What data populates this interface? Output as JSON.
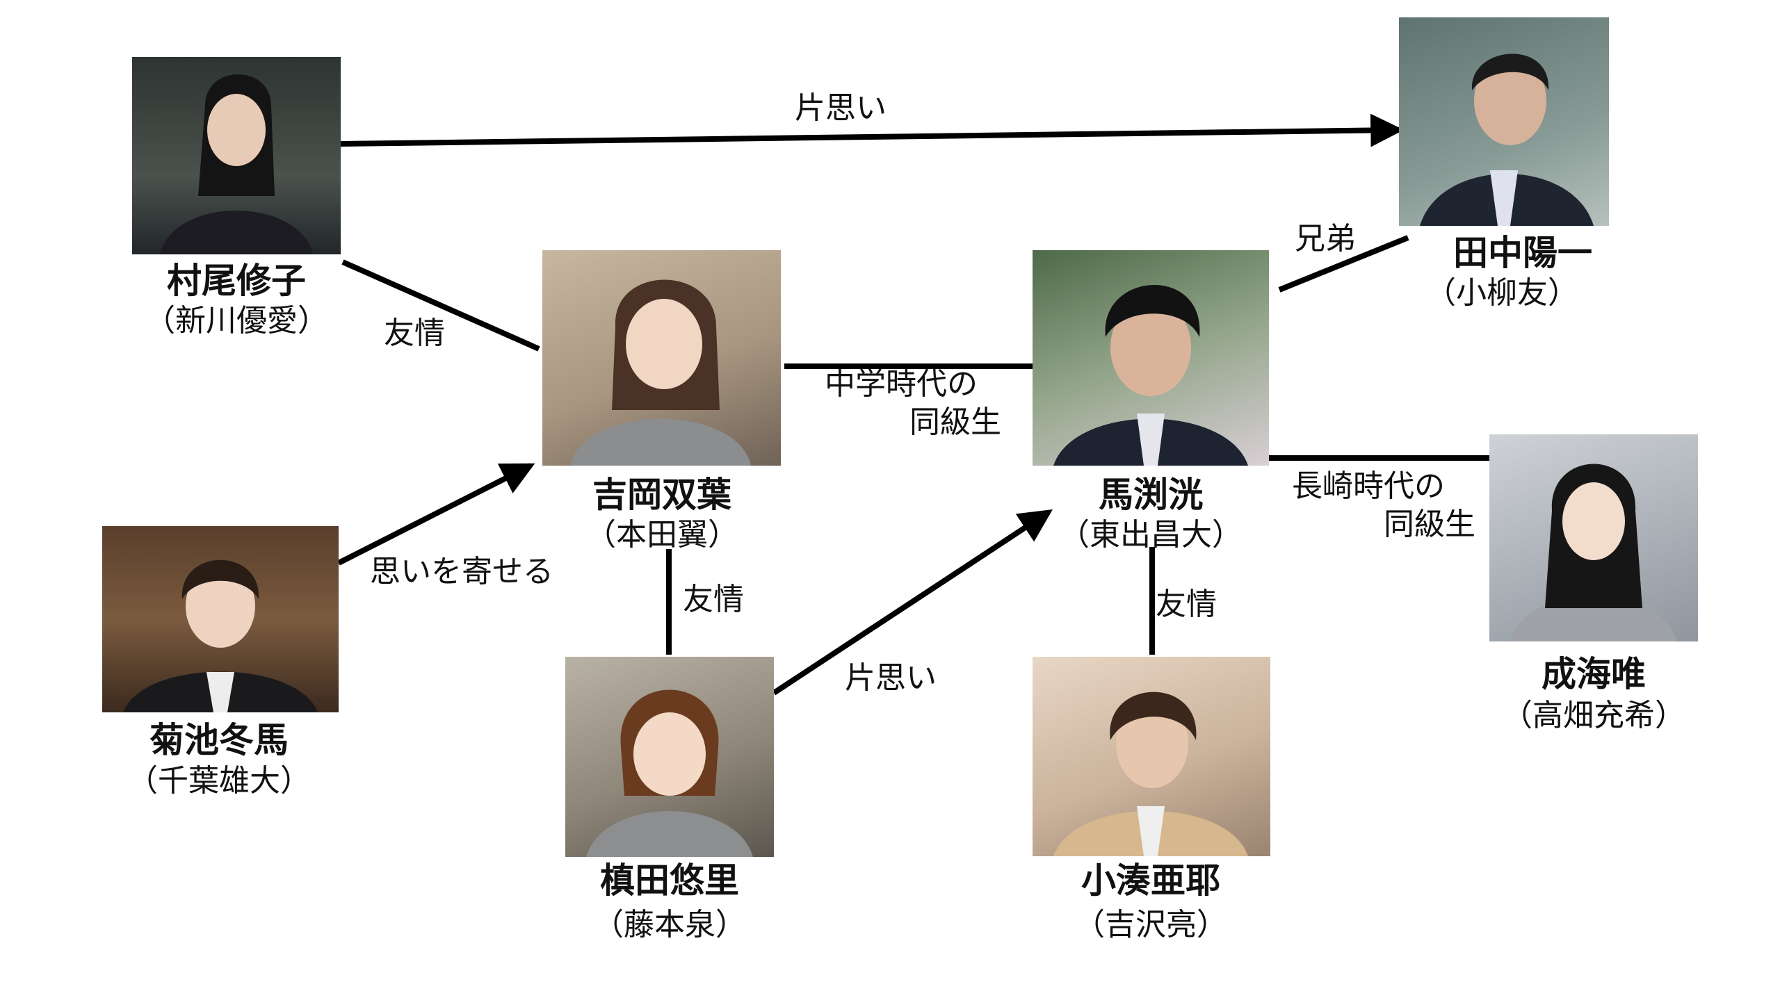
{
  "people": {
    "murao": {
      "name": "村尾修子",
      "actor": "（新川優愛）"
    },
    "tanaka": {
      "name": "田中陽一",
      "actor": "（小柳友）"
    },
    "yoshioka": {
      "name": "吉岡双葉",
      "actor": "（本田翼）"
    },
    "mabuchi": {
      "name": "馬渕洸",
      "actor": "（東出昌大）"
    },
    "kikuchi": {
      "name": "菊池冬馬",
      "actor": "（千葉雄大）"
    },
    "narumi": {
      "name": "成海唯",
      "actor": "（高畑充希）"
    },
    "makita": {
      "name": "槙田悠里",
      "actor": "（藤本泉）"
    },
    "kominato": {
      "name": "小湊亜耶",
      "actor": "（吉沢亮）"
    }
  },
  "relations": {
    "murao_tanaka": "片思い",
    "murao_yoshioka": "友情",
    "tanaka_mabuchi": "兄弟",
    "yoshioka_mabuchi_1": "中学時代の",
    "yoshioka_mabuchi_2": "同級生",
    "mabuchi_narumi_1": "長崎時代の",
    "mabuchi_narumi_2": "同級生",
    "kikuchi_yoshioka": "思いを寄せる",
    "yoshioka_makita": "友情",
    "makita_mabuchi": "片思い",
    "mabuchi_kominato": "友情"
  }
}
